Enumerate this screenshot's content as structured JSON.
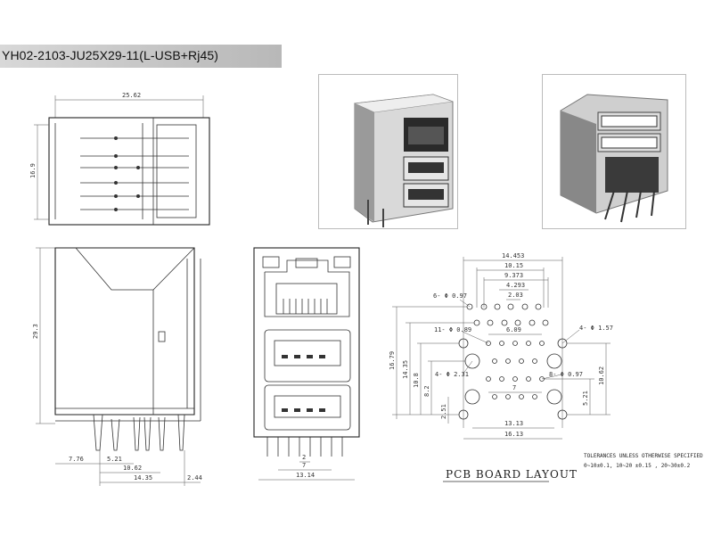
{
  "title": "YH02-2103-JU25X29-11(L-USB+Rj45)",
  "top_view": {
    "width_dim": "25.62",
    "height_dim": "16.9"
  },
  "side_view": {
    "height_dim": "29.3",
    "dims": [
      "7.76",
      "5.21",
      "10.62",
      "14.35",
      "2.44"
    ]
  },
  "front_view": {
    "dims": [
      "2",
      "7",
      "13.14"
    ]
  },
  "pcb_layout": {
    "title": "PCB BOARD LAYOUT",
    "horizontal_dims": [
      "14.453",
      "10.15",
      "9.373",
      "4.293",
      "2.03",
      "6.09",
      "7",
      "13.13",
      "16.13"
    ],
    "vertical_dims": [
      "16.79",
      "14.35",
      "10.8",
      "8.2",
      "2.51",
      "10.62",
      "5.21"
    ],
    "hole_labels": [
      "6- Φ 0.97",
      "11- Φ 0.89",
      "4- Φ 2.31",
      "4- Φ 1.57",
      "8- Φ 0.97"
    ]
  },
  "tolerances": {
    "line1": "TOLERANCES UNLESS OTHERWISE SPECIFIED",
    "line2": "0~10±0.1, 10~20 ±0.15 , 20~30±0.2"
  }
}
